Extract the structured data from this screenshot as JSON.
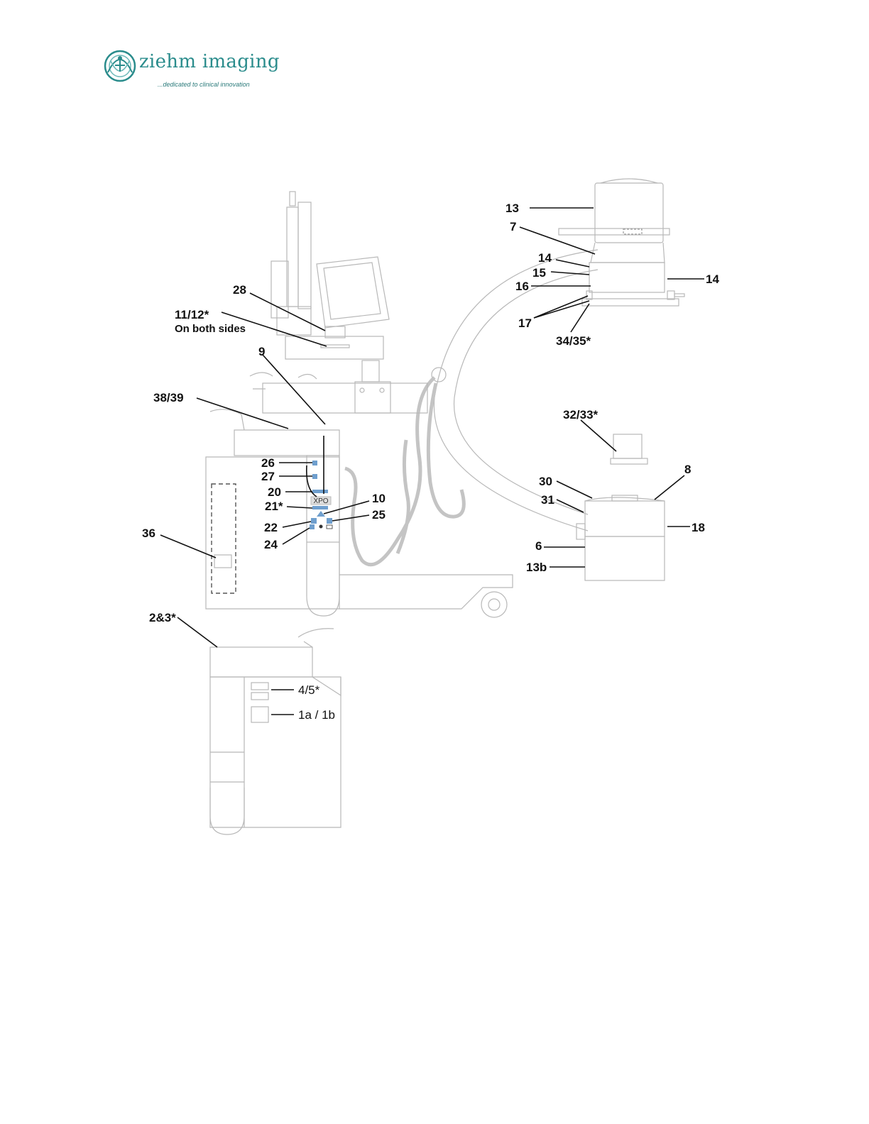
{
  "logo": {
    "brand": "ziehm imaging",
    "tagline": "...dedicated to clinical innovation",
    "accent_color": "#2a8c8c"
  },
  "panel_text": {
    "xpo": "XPO"
  },
  "callouts": {
    "c13": "13",
    "c7": "7",
    "c14a": "14",
    "c15": "15",
    "c16": "16",
    "c14b": "14",
    "c17": "17",
    "c34_35": "34/35*",
    "c28": "28",
    "c11_12": "11/12*",
    "c11_12_note": "On both sides",
    "c9": "9",
    "c38_39": "38/39",
    "c32_33": "32/33*",
    "c8": "8",
    "c30": "30",
    "c31": "31",
    "c18": "18",
    "c6": "6",
    "c13b": "13b",
    "c26": "26",
    "c27": "27",
    "c20": "20",
    "c21": "21*",
    "c10": "10",
    "c25": "25",
    "c22": "22",
    "c24": "24",
    "c36": "36",
    "c2_3": "2&3*",
    "c4_5": "4/5*",
    "c1a_1b": "1a / 1b"
  }
}
